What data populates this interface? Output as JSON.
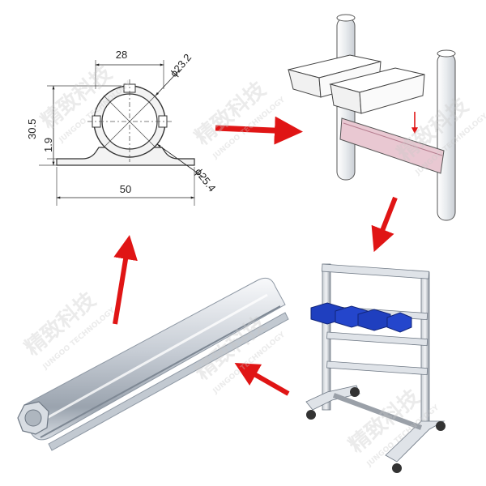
{
  "drawing": {
    "dimensions": {
      "width_top": "28",
      "diameter_inner": "ϕ23.2",
      "height_total": "30.5",
      "flange_thickness": "1.9",
      "diameter_outer": "ϕ25.4",
      "width_base": "50"
    }
  },
  "watermark": {
    "cn": "精致科技",
    "en": "JUNGOO TECHNOLOGY"
  },
  "colors": {
    "arrow": "#e01515",
    "bin": "#1f3fbf",
    "frame": "#9aa0a8",
    "profile_light": "#e9edf2",
    "profile_dark": "#8e98a4"
  }
}
